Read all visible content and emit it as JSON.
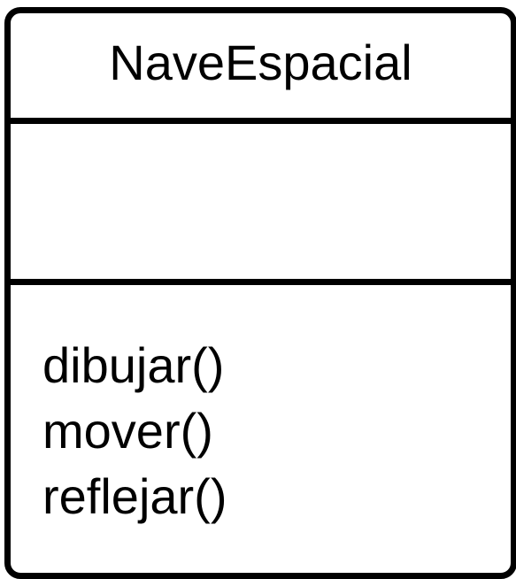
{
  "uml_class": {
    "name": "NaveEspacial",
    "attributes": [],
    "methods": [
      "dibujar()",
      "mover()",
      "reflejar()"
    ]
  }
}
